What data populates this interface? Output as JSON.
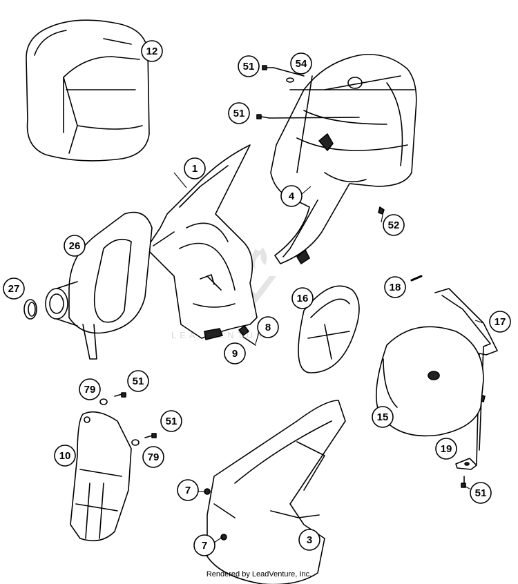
{
  "callouts": [
    {
      "id": "c12",
      "label": "12"
    },
    {
      "id": "c51a",
      "label": "51"
    },
    {
      "id": "c54",
      "label": "54"
    },
    {
      "id": "c51b",
      "label": "51"
    },
    {
      "id": "c1",
      "label": "1"
    },
    {
      "id": "c4",
      "label": "4"
    },
    {
      "id": "c52",
      "label": "52"
    },
    {
      "id": "c26",
      "label": "26"
    },
    {
      "id": "c27",
      "label": "27"
    },
    {
      "id": "c18",
      "label": "18"
    },
    {
      "id": "c16",
      "label": "16"
    },
    {
      "id": "c8",
      "label": "8"
    },
    {
      "id": "c9",
      "label": "9"
    },
    {
      "id": "c17",
      "label": "17"
    },
    {
      "id": "c79a",
      "label": "79"
    },
    {
      "id": "c51c",
      "label": "51"
    },
    {
      "id": "c15",
      "label": "15"
    },
    {
      "id": "c51d",
      "label": "51"
    },
    {
      "id": "c10",
      "label": "10"
    },
    {
      "id": "c79b",
      "label": "79"
    },
    {
      "id": "c19",
      "label": "19"
    },
    {
      "id": "c7a",
      "label": "7"
    },
    {
      "id": "c51e",
      "label": "51"
    },
    {
      "id": "c7b",
      "label": "7"
    },
    {
      "id": "c3",
      "label": "3"
    }
  ],
  "watermark": "LEADVENTURE",
  "footer": "Rendered by LeadVenture, Inc."
}
